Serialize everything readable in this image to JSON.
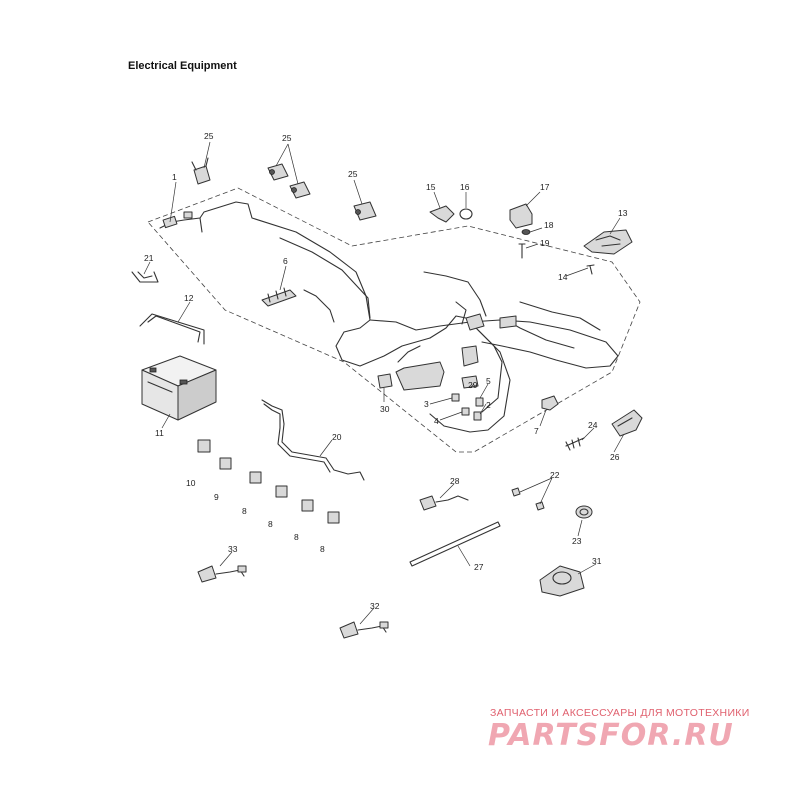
{
  "title": "Electrical Equipment",
  "watermark": {
    "tagline": "ЗАПЧАСТИ И АКСЕССУАРЫ ДЛЯ МОТОТЕХНИКИ",
    "logo": "PARTSFOR.RU"
  },
  "callouts": {
    "c1": "1",
    "c2": "2",
    "c3": "3",
    "c4": "4",
    "c5": "5",
    "c6": "6",
    "c7": "7",
    "c8a": "8",
    "c8b": "8",
    "c8c": "8",
    "c8d": "8",
    "c9": "9",
    "c10": "10",
    "c11": "11",
    "c12": "12",
    "c13": "13",
    "c14": "14",
    "c15": "15",
    "c16": "16",
    "c17": "17",
    "c18": "18",
    "c19": "19",
    "c20": "20",
    "c21": "21",
    "c22": "22",
    "c23": "23",
    "c24": "24",
    "c25a": "25",
    "c25b": "25",
    "c25c": "25",
    "c26": "26",
    "c27": "27",
    "c28": "28",
    "c29": "29",
    "c30": "30",
    "c31": "31",
    "c32": "32",
    "c33": "33"
  }
}
